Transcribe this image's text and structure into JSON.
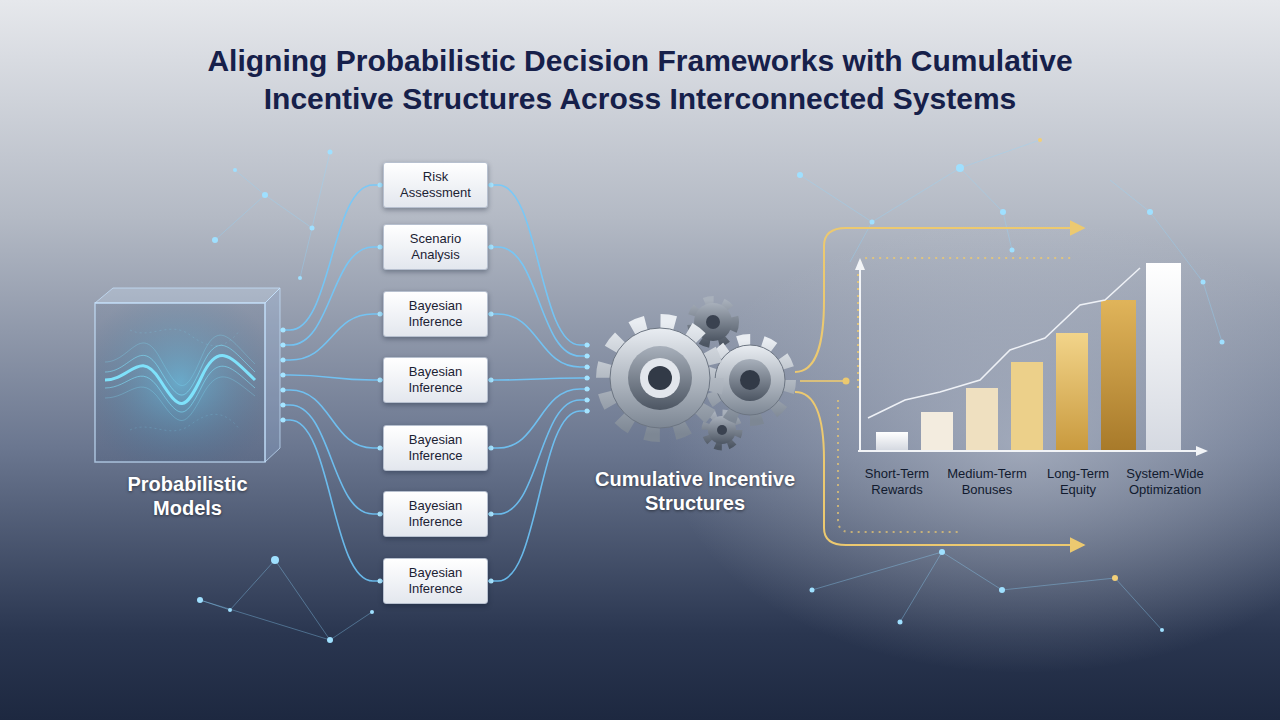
{
  "diagram": {
    "title": "Aligning Probabilistic Decision Frameworks with Cumulative Incentive Structures Across Interconnected Systems",
    "nodes": [
      {
        "text": [
          "Probabilistic Models"
        ]
      },
      {
        "text": [
          "Risk Assessment"
        ]
      },
      {
        "text": [
          "Scenario Analysis"
        ]
      },
      {
        "text": [
          "Bayesian Inference"
        ]
      },
      {
        "text": [
          "Bayesian Inference"
        ]
      },
      {
        "text": [
          "Bayesian Inference"
        ]
      },
      {
        "text": [
          "Bayesian Inference"
        ]
      },
      {
        "text": [
          "Bayesian Inference"
        ]
      },
      {
        "text": [
          "Cumulative Incentive Structures"
        ]
      }
    ],
    "edges": [
      {
        "from": 0,
        "to": 1,
        "arrow": "none"
      },
      {
        "from": 0,
        "to": 2,
        "arrow": "none"
      },
      {
        "from": 0,
        "to": 3,
        "arrow": "none"
      },
      {
        "from": 0,
        "to": 4,
        "arrow": "none"
      },
      {
        "from": 0,
        "to": 5,
        "arrow": "none"
      },
      {
        "from": 0,
        "to": 6,
        "arrow": "none"
      },
      {
        "from": 0,
        "to": 7,
        "arrow": "none"
      },
      {
        "from": 1,
        "to": 8,
        "arrow": "none"
      },
      {
        "from": 2,
        "to": 8,
        "arrow": "none"
      },
      {
        "from": 3,
        "to": 8,
        "arrow": "none"
      },
      {
        "from": 4,
        "to": 8,
        "arrow": "none"
      },
      {
        "from": 5,
        "to": 8,
        "arrow": "none"
      },
      {
        "from": 6,
        "to": 8,
        "arrow": "none"
      },
      {
        "from": 7,
        "to": 8,
        "arrow": "none"
      }
    ],
    "labels": [
      "Short-Term Rewards",
      "Medium-Term Bonuses",
      "Long-Term Equity",
      "System-Wide Optimization"
    ]
  }
}
